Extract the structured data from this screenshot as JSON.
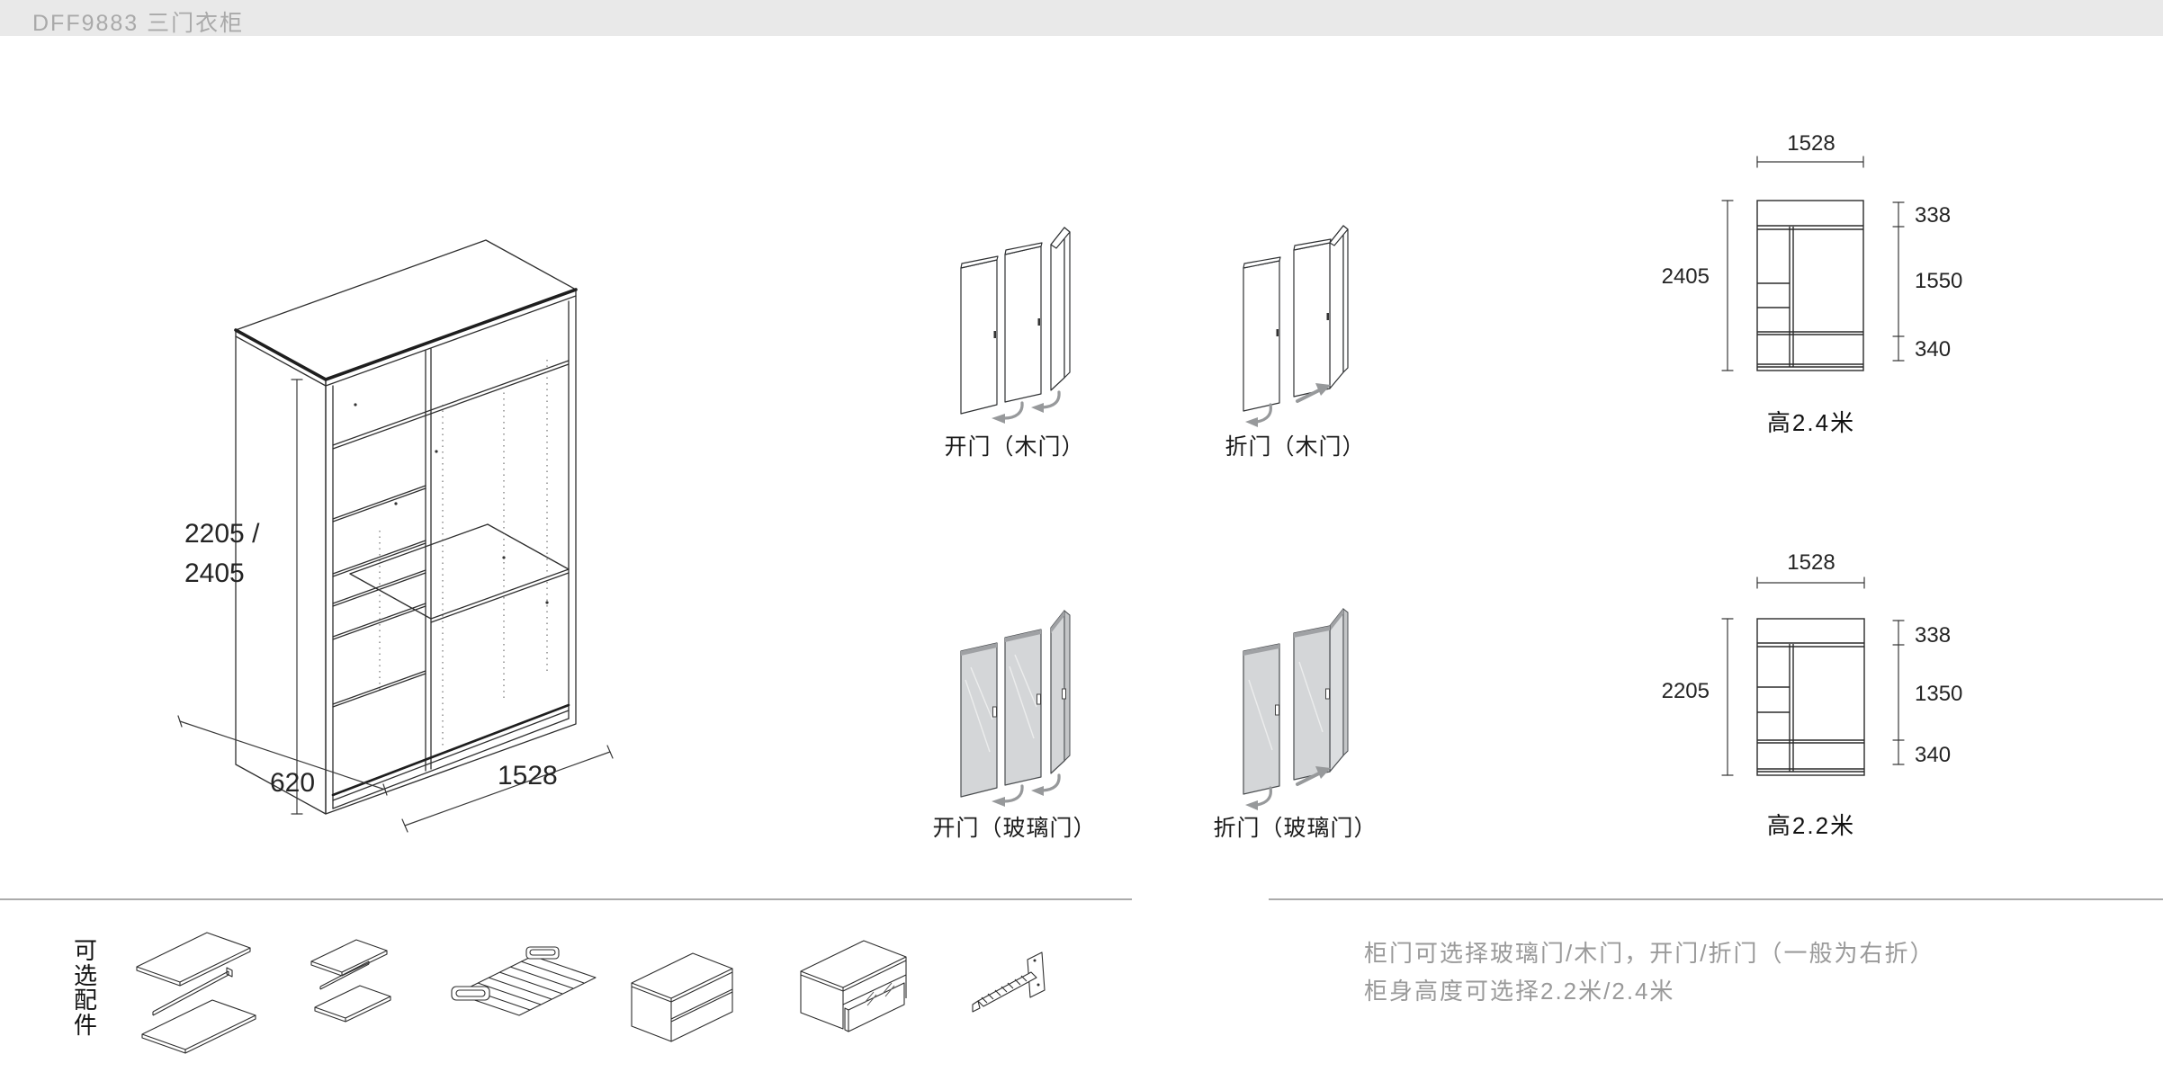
{
  "header": {
    "title": "DFF9883 三门衣柜"
  },
  "main_drawing": {
    "height_label_line1": "2205 /",
    "height_label_line2": "2405",
    "depth_label": "620",
    "width_label": "1528"
  },
  "door_options": [
    {
      "label": "开门（木门）"
    },
    {
      "label": "折门（木门）"
    },
    {
      "label": "开门（玻璃门）"
    },
    {
      "label": "折门（玻璃门）"
    }
  ],
  "elevations": [
    {
      "width": "1528",
      "height": "2405",
      "seg_top": "338",
      "seg_middle": "1550",
      "seg_bottom": "340",
      "caption": "高2.4米"
    },
    {
      "width": "1528",
      "height": "2205",
      "seg_top": "338",
      "seg_middle": "1350",
      "seg_bottom": "340",
      "caption": "高2.2米"
    }
  ],
  "accessories": {
    "label_vertical": "可选配件",
    "items": [
      "double-shelf-with-hanging-rod",
      "small-double-shelf-with-hanging-rod",
      "pull-out-trouser-rack",
      "open-shelf-unit",
      "drawer-unit-glass-front",
      "pull-out-tie-belt-rack"
    ]
  },
  "notes": {
    "line1": "柜门可选择玻璃门/木门，开门/折门（一般为右折）",
    "line2": "柜身高度可选择2.2米/2.4米"
  },
  "colors": {
    "header_bg": "#e9e9e9",
    "header_text": "#a9a9a9",
    "line": "#2e2e2e",
    "dim_text": "#242424",
    "note_text": "#9a9a9a",
    "glass_fill": "#d4d6d8",
    "arrow": "#97999b",
    "divider": "#ababab"
  }
}
